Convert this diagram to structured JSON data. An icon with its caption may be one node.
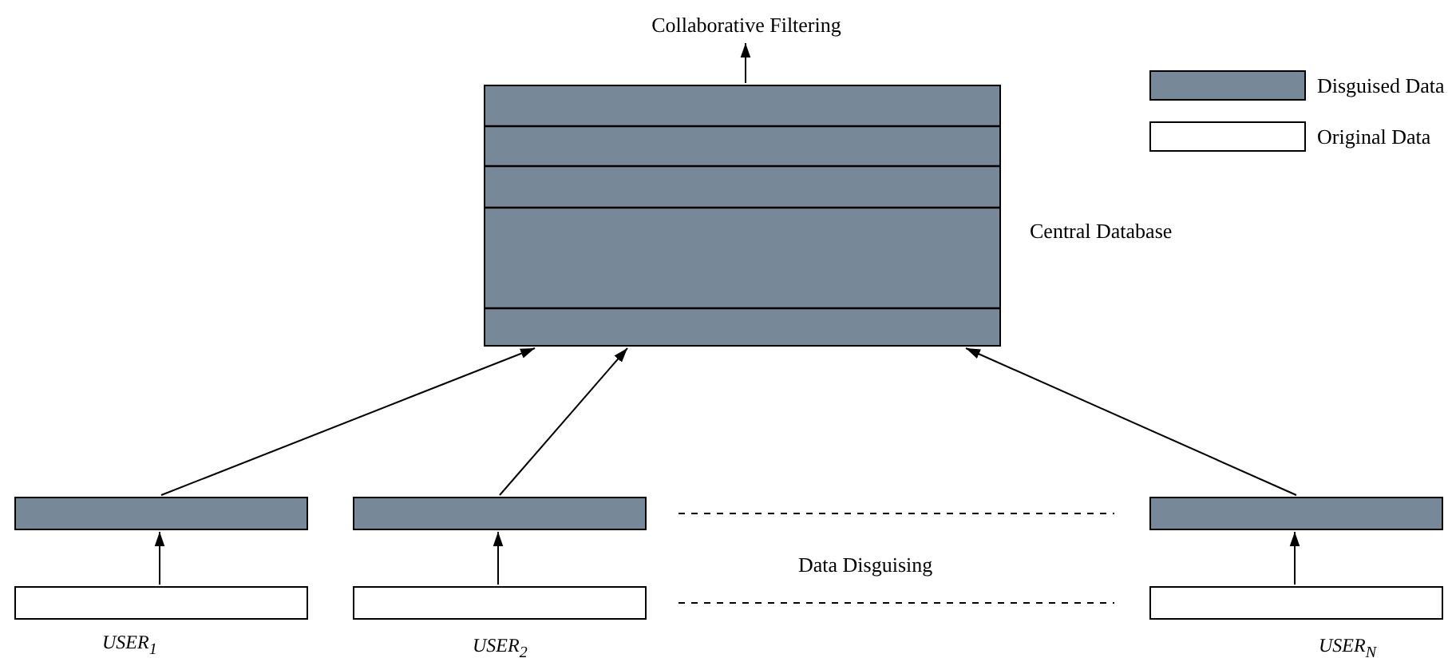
{
  "diagram": {
    "nodes": [
      {
        "text": [
          "Collaborative Filtering"
        ]
      },
      {
        "text": [],
        "shape": "box",
        "beside": [
          "Central Database"
        ]
      },
      {
        "text": [],
        "shape": "bar"
      },
      {
        "text": [],
        "shape": "bar"
      },
      {
        "text": [],
        "shape": "bar"
      },
      {
        "text": [],
        "shape": "bar",
        "beside": [
          "USER$_{1}$"
        ]
      },
      {
        "text": [],
        "shape": "bar",
        "beside": [
          "USER$_{2}$"
        ]
      },
      {
        "text": [],
        "shape": "bar",
        "beside": [
          "USER$_{N}$"
        ]
      }
    ],
    "edges": [
      {
        "from": 1,
        "to": 0,
        "arrow": "to"
      },
      {
        "from": 2,
        "to": 1,
        "arrow": "to"
      },
      {
        "from": 3,
        "to": 1,
        "arrow": "to"
      },
      {
        "from": 4,
        "to": 1,
        "arrow": "to"
      },
      {
        "from": 5,
        "to": 2,
        "arrow": "to"
      },
      {
        "from": 6,
        "to": 3,
        "arrow": "to"
      },
      {
        "from": 7,
        "to": 4,
        "arrow": "to"
      },
      {
        "from": 3,
        "to": 4,
        "arrow": "none",
        "style": "dashed"
      },
      {
        "from": 6,
        "to": 7,
        "arrow": "none",
        "style": "dashed"
      }
    ],
    "labels": [
      "Data Disguising"
    ],
    "legend": [
      {
        "text": "Disguised Data",
        "color": "#778899"
      },
      {
        "text": "Original Data",
        "color": "#ffffff"
      }
    ]
  }
}
